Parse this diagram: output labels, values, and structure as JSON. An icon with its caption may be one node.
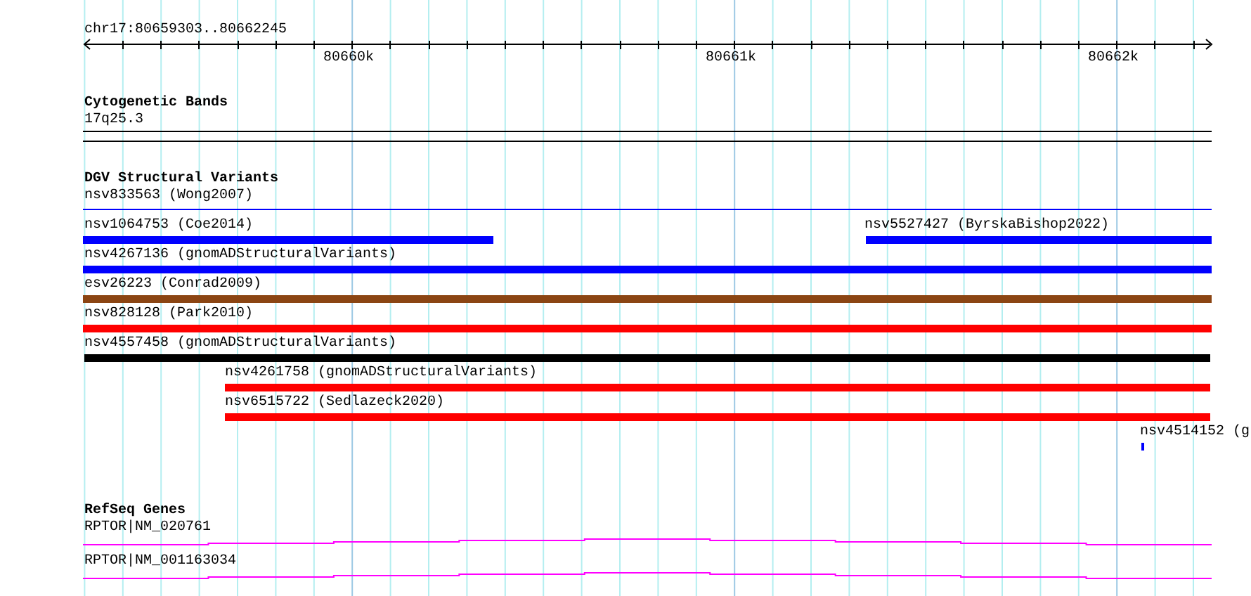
{
  "diagram": {
    "nodes": [
      {
        "text": [
          "nsv833563 (Wong2007)"
        ]
      },
      {
        "text": [
          "nsv1064753 (Coe2014)"
        ]
      },
      {
        "text": [
          "nsv5527427 (ByrskaBishop2022)"
        ]
      },
      {
        "text": [
          "nsv4267136 (gnomADStructuralVariants)"
        ]
      },
      {
        "text": [
          "esv26223 (Conrad2009)"
        ]
      },
      {
        "text": [
          "nsv828128 (Park2010)"
        ]
      },
      {
        "text": [
          "nsv4557458 (gnomADStructuralVariants)"
        ]
      },
      {
        "text": [
          "nsv4261758 (gnomADStructuralVariants)"
        ]
      },
      {
        "text": [
          "nsv6515722 (Sedlazeck2020)"
        ]
      },
      {
        "text": [
          "nsv4514152 (g"
        ]
      },
      {
        "text": [
          "RPTOR|NM_020761"
        ]
      },
      {
        "text": [
          "RPTOR|NM_001163034"
        ]
      }
    ],
    "labels": [
      "chr17:80659303..80662245",
      "80660k",
      "80661k",
      "80662k",
      "Cytogenetic Bands",
      "17q25.3",
      "DGV Structural Variants",
      "RefSeq Genes"
    ]
  }
}
